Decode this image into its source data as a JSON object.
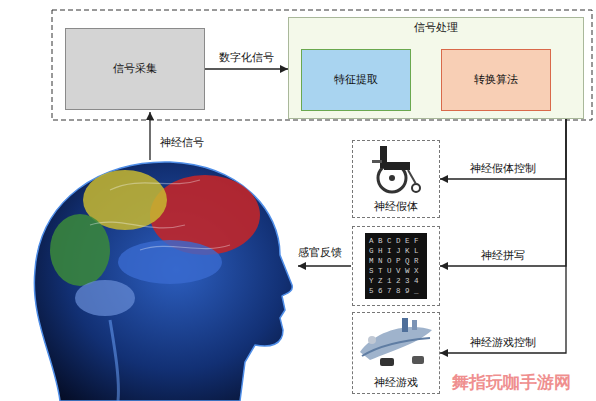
{
  "diagram": {
    "nodes": [
      {
        "text": [
          "信号采集"
        ]
      },
      {
        "text": [
          "信号处理"
        ]
      },
      {
        "text": [
          "特征提取"
        ],
        "in": 1
      },
      {
        "text": [
          "转换算法"
        ],
        "in": 1
      },
      {
        "text": [
          "神经假体"
        ]
      },
      {
        "text": [
          "A B C D E F G H I J K L M N O P Q R S T U V W X Y Z 1 2 3 4 5 6 7 8 9 _"
        ]
      },
      {
        "text": [
          "神经游戏"
        ]
      }
    ],
    "edges": [
      {
        "from": 0,
        "to": 1,
        "label": "数字化信号",
        "arrow": "to"
      },
      {
        "from": 2,
        "to": 3,
        "arrow": "to"
      },
      {
        "from": 3,
        "to": 4,
        "label": "神经假体控制",
        "arrow": "to"
      },
      {
        "from": 3,
        "to": 5,
        "label": "神经拼写",
        "arrow": "to"
      },
      {
        "from": 3,
        "to": 6,
        "label": "神经游戏控制",
        "arrow": "to"
      }
    ],
    "labels": [
      "神经信号",
      "感官反馈",
      "舞指玩咖手游网"
    ]
  }
}
